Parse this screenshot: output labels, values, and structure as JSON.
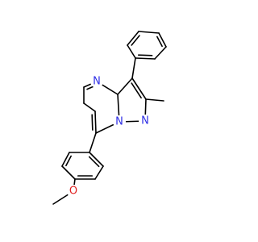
{
  "colors": {
    "background": "#ffffff",
    "bond": "#000000",
    "nitrogen": "#2e2ee6",
    "oxygen": "#e02020"
  },
  "atom_labels": {
    "n_pyrimidine_top": "N",
    "n_bridgehead": "N",
    "n_pyrazole": "N",
    "o_methoxy": "O"
  }
}
